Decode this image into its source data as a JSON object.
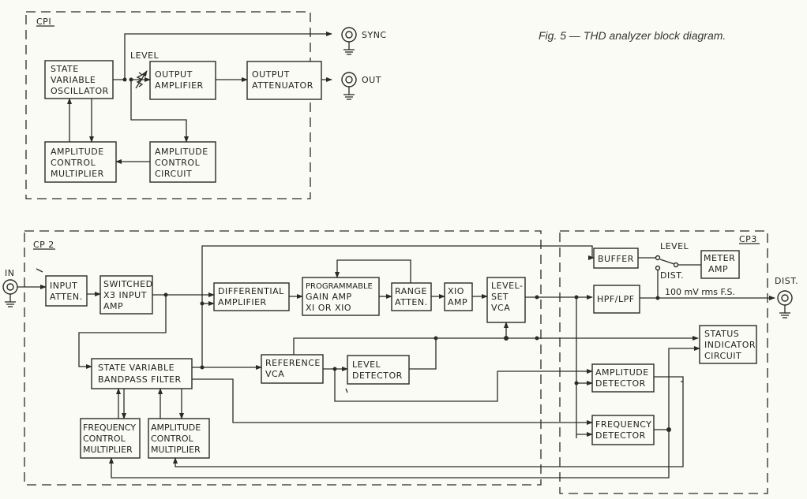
{
  "caption": "Fig. 5 — THD analyzer block diagram.",
  "sections": {
    "cp1": "CPI",
    "cp2": "CP 2",
    "cp3": "CP3"
  },
  "cp1_blocks": {
    "osc": [
      "STATE",
      "VARIABLE",
      "OSCILLATOR"
    ],
    "out_amp": [
      "OUTPUT",
      "AMPLIFIER"
    ],
    "out_att": [
      "OUTPUT",
      "ATTENUATOR"
    ],
    "acm": [
      "AMPLITUDE",
      "CONTROL",
      "MULTIPLIER"
    ],
    "acc": [
      "AMPLITUDE",
      "CONTROL",
      "CIRCUIT"
    ]
  },
  "cp1_labels": {
    "level": "LEVEL",
    "sync": "SYNC",
    "out": "OUT"
  },
  "cp2_blocks": {
    "input_atten": [
      "INPUT",
      "ATTEN."
    ],
    "switched": [
      "SWITCHED",
      "X3 INPUT",
      "AMP"
    ],
    "diff": [
      "DIFFERENTIAL",
      "AMPLIFIER"
    ],
    "pga": [
      "PROGRAMMABLE",
      "GAIN AMP",
      "XI OR XIO"
    ],
    "range": [
      "RANGE",
      "ATTEN."
    ],
    "x10": [
      "XIO",
      "AMP"
    ],
    "levelset": [
      "LEVEL-",
      "SET",
      "VCA"
    ],
    "svbf": [
      "STATE VARIABLE",
      "BANDPASS FILTER"
    ],
    "refvca": [
      "REFERENCE",
      "VCA"
    ],
    "leveldet": [
      "LEVEL",
      "DETECTOR"
    ],
    "fcm": [
      "FREQUENCY",
      "CONTROL",
      "MULTIPLIER"
    ],
    "acm2": [
      "AMPLITUDE",
      "CONTROL",
      "MULTIPLIER"
    ]
  },
  "cp2_labels": {
    "in": "IN"
  },
  "cp3_blocks": {
    "buffer": [
      "BUFFER"
    ],
    "meter": [
      "METER",
      "AMP"
    ],
    "hpf": [
      "HPF/LPF"
    ],
    "status": [
      "STATUS",
      "INDICATOR",
      "CIRCUIT"
    ],
    "ampdet": [
      "AMPLITUDE",
      "DETECTOR"
    ],
    "freqdet": [
      "FREQUENCY",
      "DETECTOR"
    ]
  },
  "cp3_labels": {
    "level": "LEVEL",
    "dist_switch": "DIST.",
    "fs": "100 mV rms F.S.",
    "dist_out": "DIST."
  }
}
